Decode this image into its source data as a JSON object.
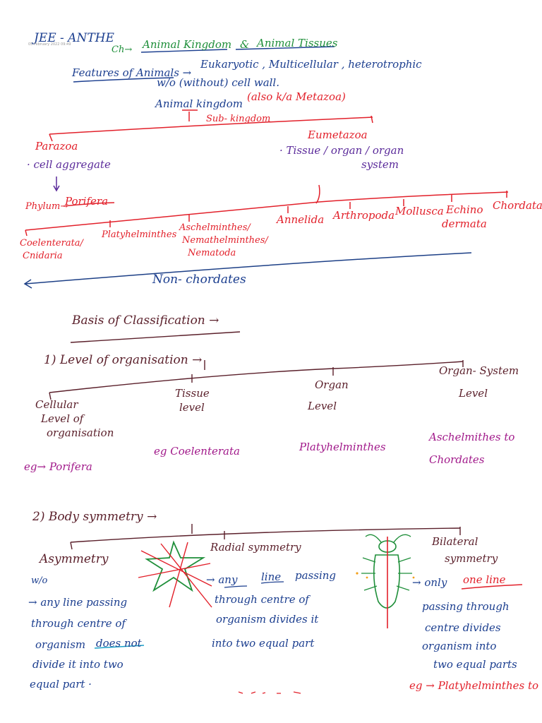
{
  "header": {
    "title": "JEE - ANTHE",
    "stamp": "05 February 2022     09:49",
    "chapter_prefix": "Ch→",
    "chapter_name_1": "Animal Kingdom",
    "chapter_amp": "&",
    "chapter_name_2": "Animal Tissues"
  },
  "features": {
    "label": "Features of Animals →",
    "line1": "Eukaryotic ,  Multicellular ,  heterotrophic",
    "line2": "w/o (without)  cell  wall."
  },
  "kingdom": {
    "title_blue": "Animal  kingdom",
    "title_red": "(also k/a Metazoa)",
    "subkingdom": "Sub- kingdom",
    "parazoa": "Parazoa",
    "parazoa_note": "· cell  aggregate",
    "eumetazoa": "Eumetazoa",
    "eumetazoa_note_1": "· Tissue / organ / organ",
    "eumetazoa_note_2": "system",
    "phylum_label": "Phylum→",
    "porifera": "Porifera",
    "phyla": {
      "coelenterata_1": "Coelenterata/",
      "coelenterata_2": "Cnidaria",
      "platyhelminthes": "Platyhelminthes",
      "aschelminthes_1": "Aschelminthes/",
      "aschelminthes_2": "Nemathelminthes/",
      "aschelminthes_3": "Nematoda",
      "annelida": "Annelida",
      "arthropoda": "Arthropoda",
      "mollusca": "Mollusca",
      "echino_1": "Echino",
      "echino_2": "dermata",
      "chordata": "Chordata"
    },
    "non_chordates": "Non-  chordates"
  },
  "basis": {
    "title": "Basis   of   Classification →",
    "level_heading": "1)   Level  of  organisation →",
    "cellular_1": "Cellular",
    "cellular_2": "Level   of",
    "cellular_3": "organisation",
    "tissue_1": "Tissue",
    "tissue_2": "level",
    "organ_1": "Organ",
    "organ_2": "Level",
    "organ_system_1": "Organ- System",
    "organ_system_2": "Level",
    "eg_porifera": "eg→  Porifera",
    "eg_coelenterata": "eg   Coelenterata",
    "eg_platyhelminthes": "Platyhelminthes",
    "eg_aschelminthes_1": "Aschelmithes  to",
    "eg_aschelminthes_2": "Chordates"
  },
  "symmetry": {
    "heading": "2)      Body       symmetry →",
    "asymmetry": "Asymmetry",
    "wo": "w/o",
    "asym_1": "→  any    line  passing",
    "asym_2": "through   centre   of",
    "asym_3a": "organism",
    "asym_3b": "does not",
    "asym_4": "divide  it   into  two",
    "asym_5": "equal   part ·",
    "radial": "Radial  symmetry",
    "radial_1a": "→  any",
    "radial_1b": "line",
    "radial_1c": "passing",
    "radial_2": "through    centre    of",
    "radial_3": "organism    divides   it",
    "radial_4": "into     two    equal  part",
    "bilateral_1": "Bilateral",
    "bilateral_2": "symmetry",
    "bilat_1a": "→ only",
    "bilat_1b": "one line",
    "bilat_2": "passing   through",
    "bilat_3": "centre   divides",
    "bilat_4": "organism  into",
    "bilat_5": "two   equal  parts",
    "bilat_eg": "eg →  Platyhelminthes  to"
  },
  "colors": {
    "blue_ink": "#1b3e8f",
    "green_ink": "#1f8f3a",
    "red_ink": "#e2202a",
    "purple_ink": "#5a2a9a",
    "brown_ink": "#5a1f2a",
    "magenta_ink": "#a1198a"
  },
  "icons": [
    "star-radial-symmetry-drawing",
    "insect-bilateral-symmetry-drawing"
  ]
}
